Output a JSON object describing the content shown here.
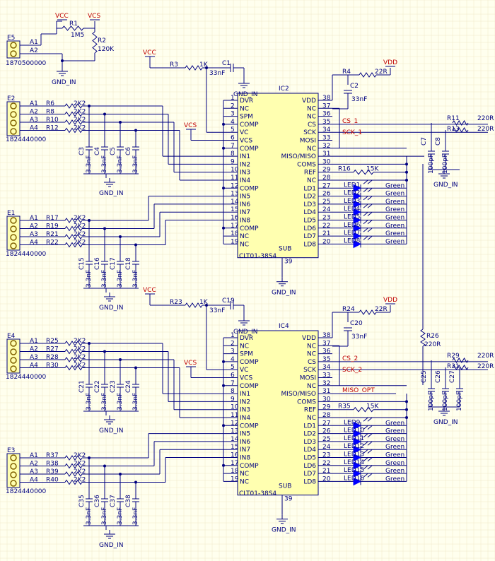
{
  "power": {
    "vcc": "VCC",
    "vcs": "VCS",
    "vdd": "VDD",
    "gnd": "GND_IN"
  },
  "input_block": {
    "connector": "E5",
    "part": "1870500000",
    "pins": [
      "A1",
      "A2"
    ],
    "r1": "R1",
    "r1_val": "1M5",
    "r2": "R2",
    "r2_val": "120K"
  },
  "ic_pins_left": [
    "DVR",
    "NC",
    "SPM",
    "COMP",
    "VC",
    "VCS",
    "COMP",
    "IN1",
    "IN2",
    "IN3",
    "IN4",
    "COMP",
    "IN5",
    "IN6",
    "IN7",
    "IN8",
    "COMP",
    "NC",
    "NC"
  ],
  "ic_pins_right": [
    "VDD",
    "NC",
    "NC",
    "CS",
    "SCK",
    "MOSI",
    "NC",
    "MISO/MISO",
    "COMS",
    "REF",
    "NC",
    "LD1",
    "LD2",
    "LD3",
    "LD4",
    "LD5",
    "LD6",
    "LD7",
    "LD8"
  ],
  "ic_pins_right_num": [
    "38",
    "37",
    "36",
    "35",
    "34",
    "33",
    "32",
    "31",
    "30",
    "29",
    "28",
    "27",
    "26",
    "25",
    "24",
    "23",
    "22",
    "21",
    "20"
  ],
  "ic_sub": "SUB",
  "ic_sub_pin": "39",
  "ic_part": "CLT01-38S4",
  "cap_3n3": "3.3nF",
  "cap_33n": "33nF",
  "cap_100p": "100pF",
  "res_2k2": "2K2",
  "res_1k": "1K",
  "res_22r": "22R",
  "res_15k": "15K",
  "res_220r": "220R",
  "connector_pins": [
    "A1",
    "A2",
    "A3",
    "A4"
  ],
  "connector_part": "1824440000",
  "led_color": "Green",
  "blocks": [
    {
      "ic": "IC2",
      "r_vc": "R3",
      "c_vc": "C1",
      "r_vdd": "R4",
      "c_vdd": "C2",
      "r_ref": "R16",
      "cs": "CS_1",
      "sck": "SCK_1",
      "miso": "",
      "leds": [
        "LED1",
        "LED2",
        "LED3",
        "LED4",
        "LED5",
        "LED6",
        "LED7",
        "LED8"
      ],
      "cons": [
        {
          "e": "E2",
          "r": [
            "R6",
            "R8",
            "R10",
            "R12"
          ],
          "c": [
            "C3",
            "C4",
            "C5",
            "C6"
          ]
        },
        {
          "e": "E1",
          "r": [
            "R17",
            "R19",
            "R21",
            "R22"
          ],
          "c": [
            "C15",
            "C16",
            "C17",
            "C18"
          ]
        }
      ]
    },
    {
      "ic": "IC4",
      "r_vc": "R23",
      "c_vc": "C19",
      "r_vdd": "R24",
      "c_vdd": "C20",
      "r_ref": "R35",
      "cs": "CS_2",
      "sck": "SCK_2",
      "miso": "MISO_OPT",
      "leds": [
        "LED9",
        "LED10",
        "LED11",
        "LED12",
        "LED13",
        "LED14",
        "LED15",
        "LED16"
      ],
      "cons": [
        {
          "e": "E4",
          "r": [
            "R25",
            "R27",
            "R28",
            "R30"
          ],
          "c": [
            "C21",
            "C22",
            "C23",
            "C24"
          ]
        },
        {
          "e": "E3",
          "r": [
            "R37",
            "R38",
            "R39",
            "R40"
          ],
          "c": [
            "C35",
            "C36",
            "C37",
            "C38"
          ]
        }
      ]
    }
  ],
  "right_side": {
    "r_top": [
      "R11",
      "R13"
    ],
    "c_top": [
      "C7",
      "C8"
    ],
    "r_bot": [
      "R29",
      "R31"
    ],
    "c_bot": [
      "C25",
      "C26",
      "C27"
    ],
    "r26": "R26",
    "r26_val": "220R"
  }
}
